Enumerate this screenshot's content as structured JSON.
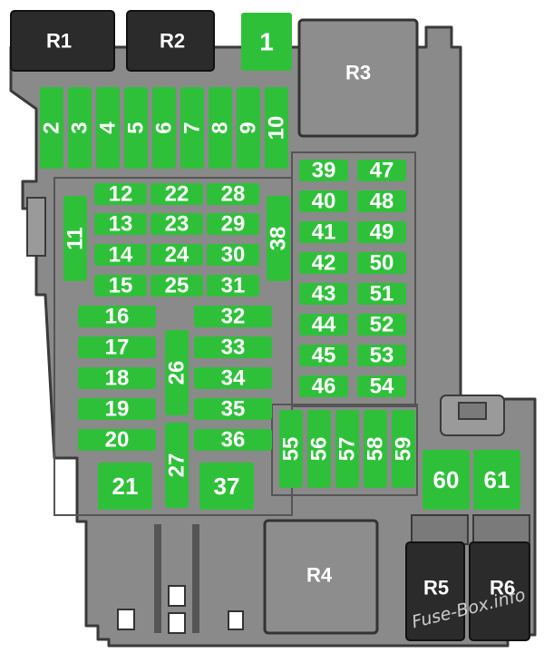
{
  "colors": {
    "housing": "#8a8a8a",
    "housing_outline": "#3a3a3a",
    "fuse_green": "#2fc03a",
    "relay_black": "#2b2b2b",
    "relay_gray": "#8d8d8d"
  },
  "relays": {
    "r1": "R1",
    "r2": "R2",
    "r3": "R3",
    "r4": "R4",
    "r5": "R5",
    "r6": "R6"
  },
  "fuses": {
    "f1": "1",
    "f2": "2",
    "f3": "3",
    "f4": "4",
    "f5": "5",
    "f6": "6",
    "f7": "7",
    "f8": "8",
    "f9": "9",
    "f10": "10",
    "f11": "11",
    "f12": "12",
    "f13": "13",
    "f14": "14",
    "f15": "15",
    "f16": "16",
    "f17": "17",
    "f18": "18",
    "f19": "19",
    "f20": "20",
    "f21": "21",
    "f22": "22",
    "f23": "23",
    "f24": "24",
    "f25": "25",
    "f26": "26",
    "f27": "27",
    "f28": "28",
    "f29": "29",
    "f30": "30",
    "f31": "31",
    "f32": "32",
    "f33": "33",
    "f34": "34",
    "f35": "35",
    "f36": "36",
    "f37": "37",
    "f38": "38",
    "f39": "39",
    "f40": "40",
    "f41": "41",
    "f42": "42",
    "f43": "43",
    "f44": "44",
    "f45": "45",
    "f46": "46",
    "f47": "47",
    "f48": "48",
    "f49": "49",
    "f50": "50",
    "f51": "51",
    "f52": "52",
    "f53": "53",
    "f54": "54",
    "f55": "55",
    "f56": "56",
    "f57": "57",
    "f58": "58",
    "f59": "59",
    "f60": "60",
    "f61": "61"
  },
  "watermark": "Fuse-Box.info"
}
